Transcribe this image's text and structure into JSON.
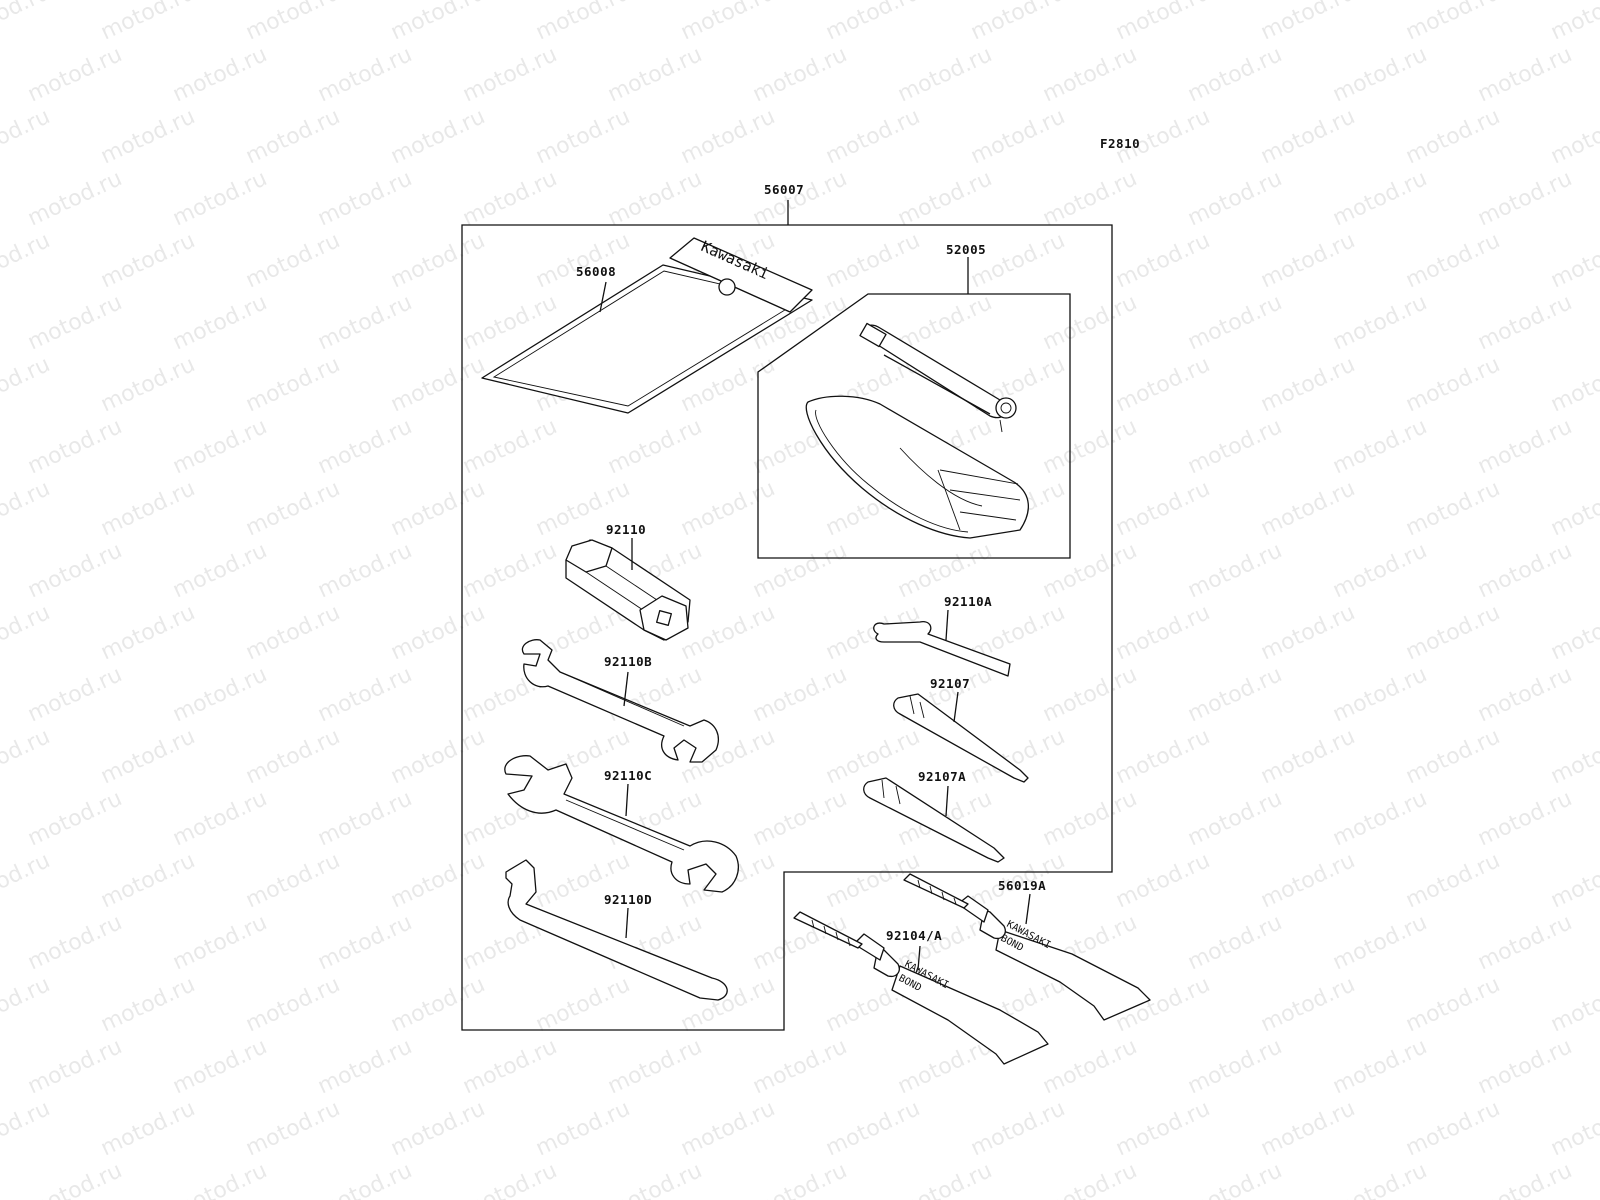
{
  "figure_code": "F2810",
  "watermark": "motod.ru",
  "brand_text": "Kawasaki",
  "tube_text_1": "KAWASAKI",
  "tube_text_2": "BOND",
  "parts": [
    {
      "id": "56007"
    },
    {
      "id": "56008"
    },
    {
      "id": "52005"
    },
    {
      "id": "92110"
    },
    {
      "id": "92110A"
    },
    {
      "id": "92110B"
    },
    {
      "id": "92107"
    },
    {
      "id": "92110C"
    },
    {
      "id": "92107A"
    },
    {
      "id": "92110D"
    },
    {
      "id": "56019A"
    },
    {
      "id": "92104/A"
    }
  ]
}
